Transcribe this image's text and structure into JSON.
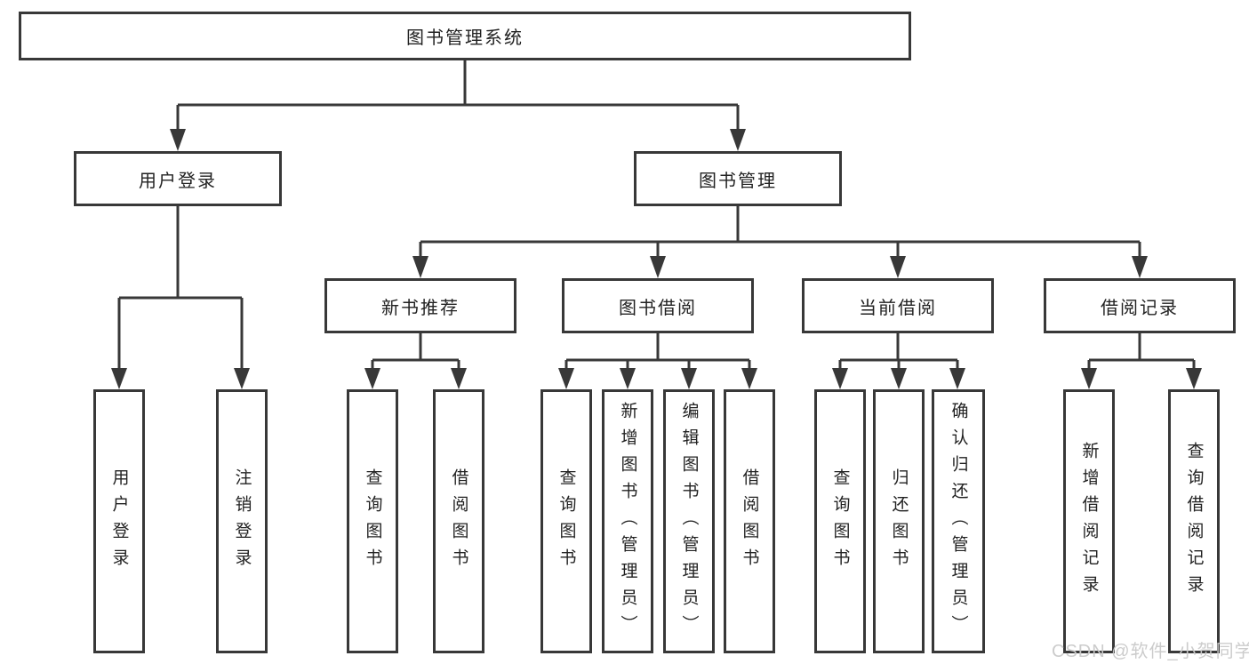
{
  "diagram": {
    "watermark": "CSDN @软件_小贺同学"
  },
  "colors": {
    "line": "#383838",
    "box_border": "#383838",
    "text": "#222222",
    "background": "#ffffff",
    "watermark": "#c9c9c9"
  },
  "tree": {
    "label": "图书管理系统",
    "children": [
      {
        "label": "用户登录",
        "children": [
          {
            "label": "用户登录"
          },
          {
            "label": "注销登录"
          }
        ]
      },
      {
        "label": "图书管理",
        "children": [
          {
            "label": "新书推荐",
            "children": [
              {
                "label": "查询图书"
              },
              {
                "label": "借阅图书"
              }
            ]
          },
          {
            "label": "图书借阅",
            "children": [
              {
                "label": "查询图书"
              },
              {
                "label": "新增图书（管理员）"
              },
              {
                "label": "编辑图书（管理员）"
              },
              {
                "label": "借阅图书"
              }
            ]
          },
          {
            "label": "当前借阅",
            "children": [
              {
                "label": "查询图书"
              },
              {
                "label": "归还图书"
              },
              {
                "label": "确认归还（管理员）"
              }
            ]
          },
          {
            "label": "借阅记录",
            "children": [
              {
                "label": "新增借阅记录"
              },
              {
                "label": "查询借阅记录"
              }
            ]
          }
        ]
      }
    ]
  }
}
